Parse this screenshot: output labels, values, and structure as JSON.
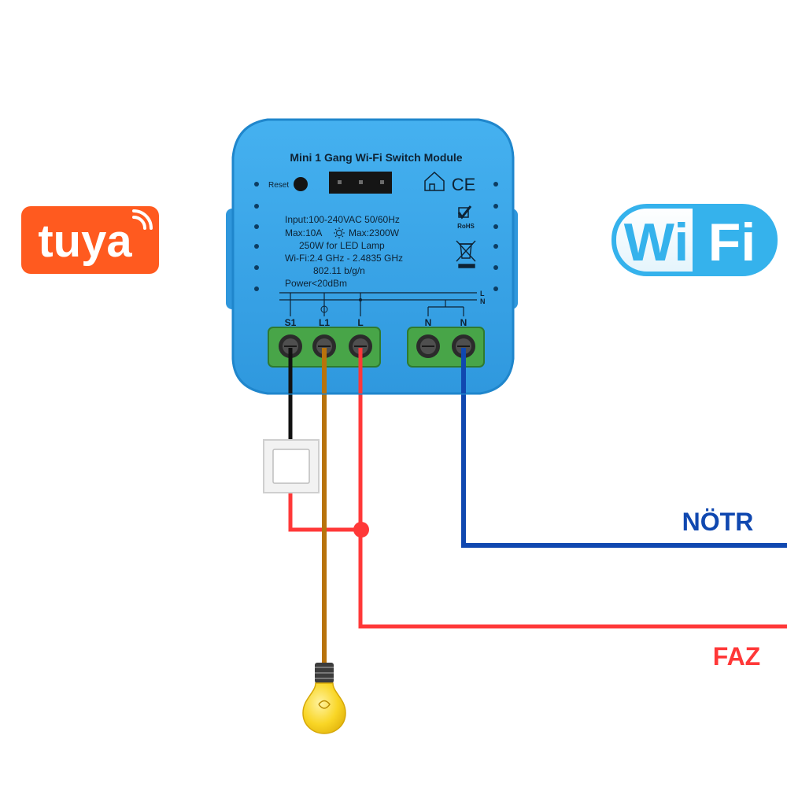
{
  "title": "Mini 1 Gang Wi-Fi Switch Module",
  "reset_label": "Reset",
  "specs": [
    "Input:100-240VAC 50/60Hz",
    "Max:10A",
    "Max:2300W",
    "250W for LED Lamp",
    "Wi-Fi:2.4 GHz - 2.4835 GHz",
    "802.11 b/g/n",
    "Power<20dBm"
  ],
  "certifications": {
    "ce": "CE",
    "rohs": "RoHS"
  },
  "bus_labels": {
    "line": "L",
    "neutral": "N"
  },
  "terminals": [
    "S1",
    "L1",
    "L",
    "N",
    "N"
  ],
  "logos": {
    "tuya": "tuya",
    "wifi_left": "Wi",
    "wifi_right": "Fi"
  },
  "wire_labels": {
    "neutral": "NÖTR",
    "phase": "FAZ"
  },
  "colors": {
    "module": "#3aa6e8",
    "module_edge": "#1f86cc",
    "terminal_block": "#48a548",
    "phase_wire": "#ff3838",
    "neutral_wire": "#1048b0",
    "lamp_wire": "#b8730c",
    "switch_wire": "#111111",
    "tuya": "#ff5a1f",
    "wifi": "#35b2ec",
    "bulb": "#f7d31f"
  },
  "icons": [
    "house-icon",
    "ce-mark-icon",
    "rohs-icon",
    "weee-bin-icon",
    "sun-icon",
    "lightbulb-icon",
    "wall-switch-icon"
  ]
}
